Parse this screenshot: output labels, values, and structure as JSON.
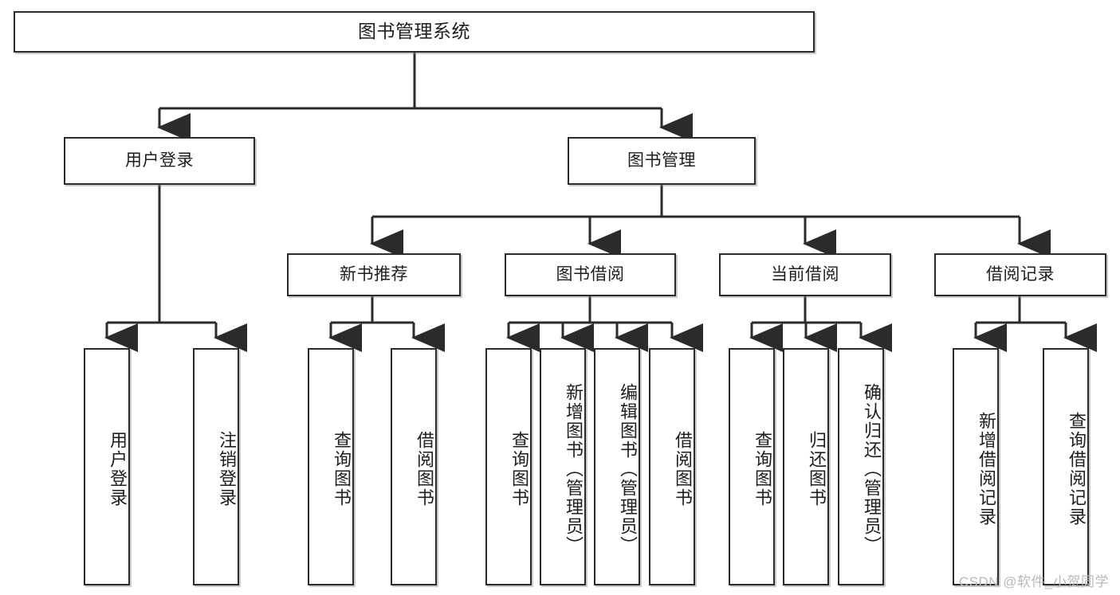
{
  "diagram": {
    "title": "图书管理系统",
    "type": "tree",
    "watermark": "CSDN @软件_小贺同学",
    "colors": {
      "stroke": "#2b2b2b",
      "fill": "#ffffff",
      "text": "#1d1d1d",
      "watermark": "#b9b9b9"
    },
    "levels": {
      "root": {
        "label": "图书管理系统"
      },
      "level2": [
        {
          "label": "用户登录"
        },
        {
          "label": "图书管理"
        }
      ],
      "level3": [
        {
          "label": "新书推荐"
        },
        {
          "label": "图书借阅"
        },
        {
          "label": "当前借阅"
        },
        {
          "label": "借阅记录"
        }
      ],
      "leaves_user_login": [
        {
          "label": "用户登录"
        },
        {
          "label": "注销登录"
        }
      ],
      "leaves_new_book": [
        {
          "label": "查询图书"
        },
        {
          "label": "借阅图书"
        }
      ],
      "leaves_borrow": [
        {
          "label": "查询图书"
        },
        {
          "label": "新增图书（管理员）"
        },
        {
          "label": "编辑图书（管理员）"
        },
        {
          "label": "借阅图书"
        }
      ],
      "leaves_current": [
        {
          "label": "查询图书"
        },
        {
          "label": "归还图书"
        },
        {
          "label": "确认归还（管理员）"
        }
      ],
      "leaves_records": [
        {
          "label": "新增借阅记录"
        },
        {
          "label": "查询借阅记录"
        }
      ]
    }
  }
}
